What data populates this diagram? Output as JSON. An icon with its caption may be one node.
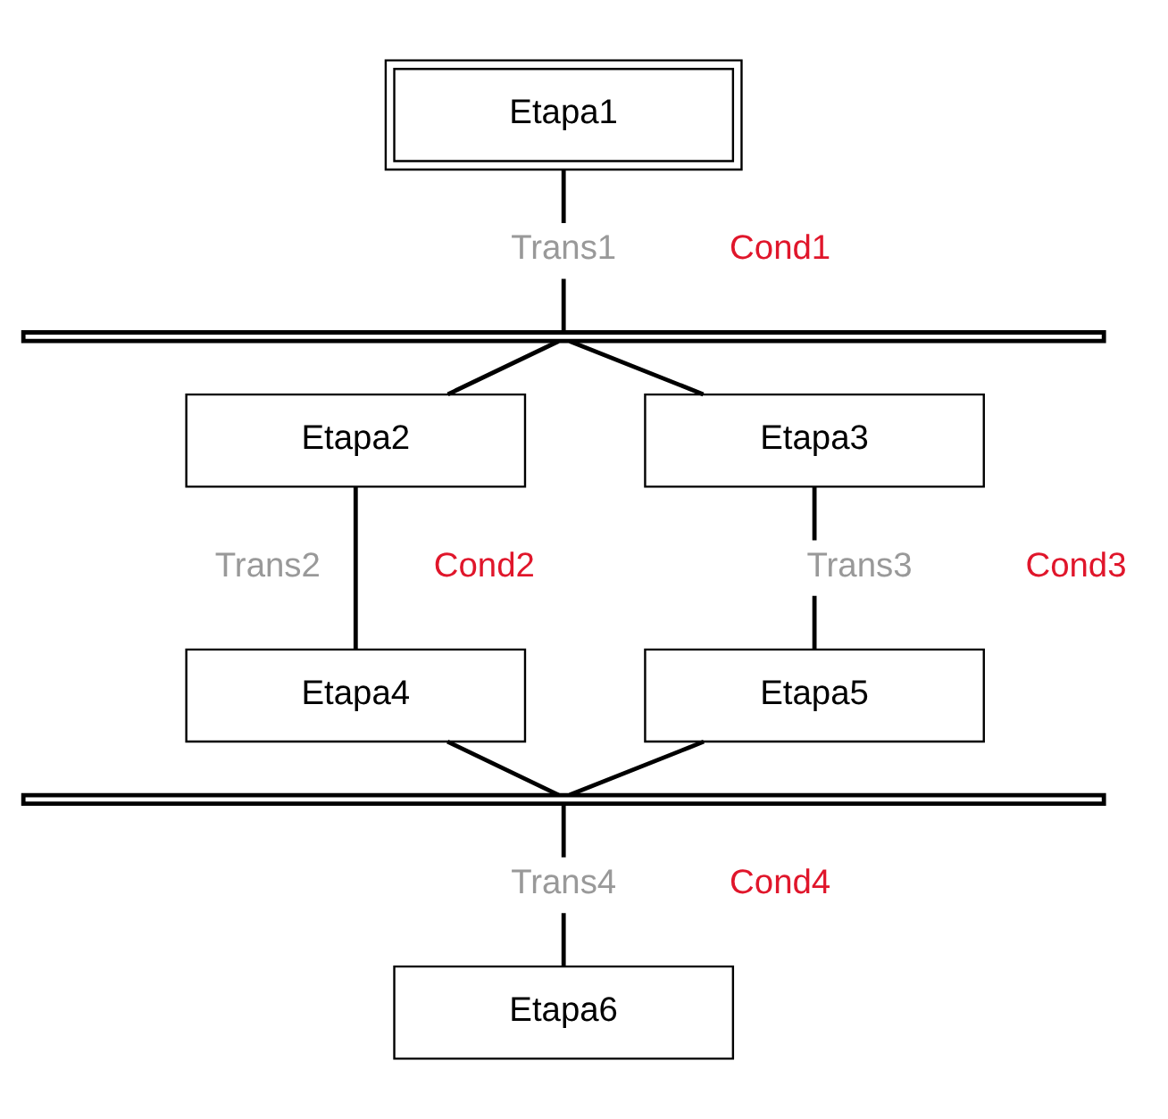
{
  "diagram": {
    "nodes": [
      {
        "text": [
          "Etapa1"
        ]
      },
      {
        "text": [],
        "shape": "bar"
      },
      {
        "text": [
          "Etapa2"
        ]
      },
      {
        "text": [
          "Etapa3"
        ]
      },
      {
        "text": [
          "Etapa4"
        ]
      },
      {
        "text": [
          "Etapa5"
        ]
      },
      {
        "text": [],
        "shape": "bar"
      },
      {
        "text": [
          "Etapa6"
        ]
      }
    ],
    "edges": [
      {
        "from": 0,
        "to": 1,
        "arrow": "none"
      },
      {
        "from": 1,
        "to": 2,
        "arrow": "none"
      },
      {
        "from": 1,
        "to": 3,
        "arrow": "none"
      },
      {
        "from": 2,
        "to": 4,
        "arrow": "none"
      },
      {
        "from": 3,
        "to": 5,
        "arrow": "none"
      },
      {
        "from": 4,
        "to": 6,
        "arrow": "none"
      },
      {
        "from": 5,
        "to": 6,
        "arrow": "none"
      },
      {
        "from": 6,
        "to": 7,
        "arrow": "none"
      }
    ],
    "labels": [
      "Trans1",
      "Cond1",
      "Trans2",
      "Cond2",
      "Trans3",
      "Cond3",
      "Trans4",
      "Cond4"
    ]
  }
}
